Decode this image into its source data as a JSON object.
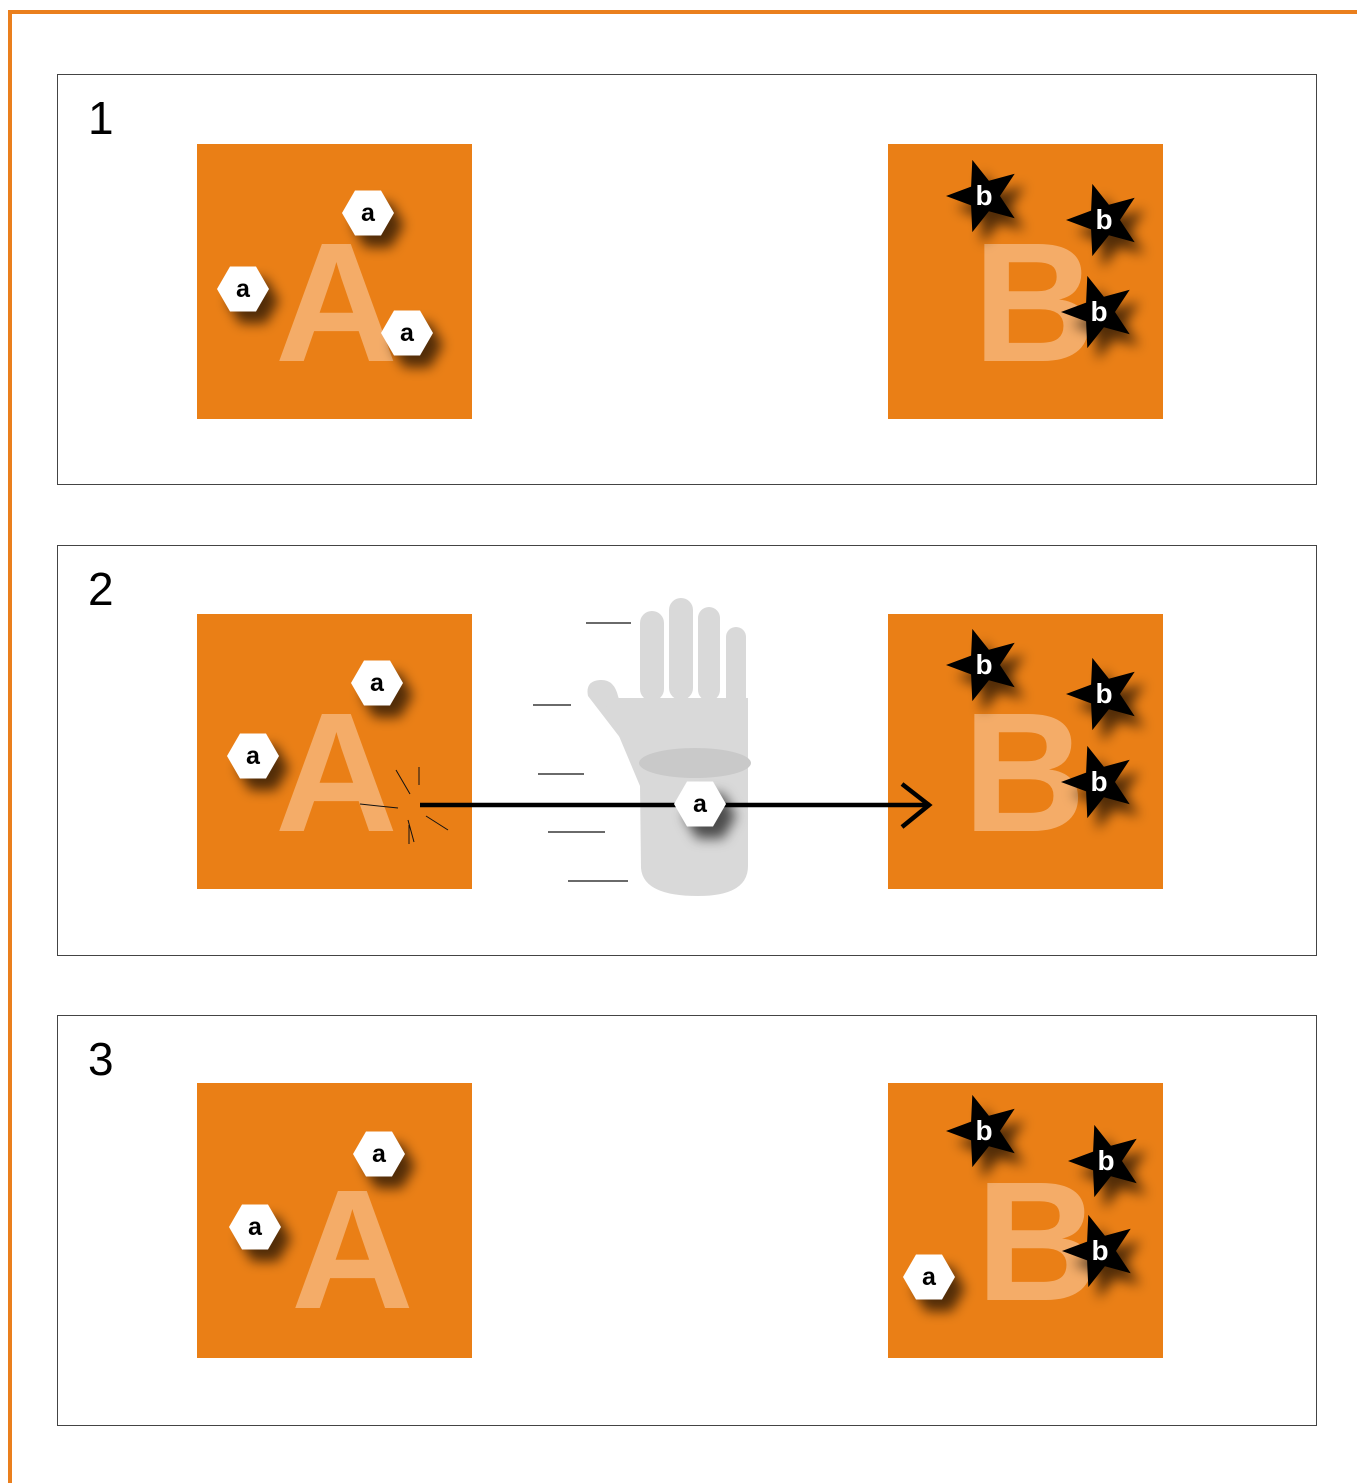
{
  "panels": [
    {
      "step": "1",
      "box_a": {
        "letter": "A",
        "tokens": [
          "a",
          "a",
          "a"
        ]
      },
      "box_b": {
        "letter": "B",
        "tokens": [
          "b",
          "b",
          "b"
        ]
      }
    },
    {
      "step": "2",
      "box_a": {
        "letter": "A",
        "tokens": [
          "a",
          "a"
        ]
      },
      "box_b": {
        "letter": "B",
        "tokens": [
          "b",
          "b",
          "b"
        ]
      },
      "moving_token": "a"
    },
    {
      "step": "3",
      "box_a": {
        "letter": "A",
        "tokens": [
          "a",
          "a"
        ]
      },
      "box_b": {
        "letter": "B",
        "tokens": [
          "b",
          "b",
          "b",
          "a"
        ]
      }
    }
  ],
  "colors": {
    "frame": "#ea7f1d",
    "box": "#ea7f16",
    "letter": "#f6b577",
    "hand": "#d9d9d9"
  },
  "icons": {
    "token_a": "hexagon",
    "token_b": "star",
    "mover": "hand-icon",
    "path": "arrow"
  }
}
